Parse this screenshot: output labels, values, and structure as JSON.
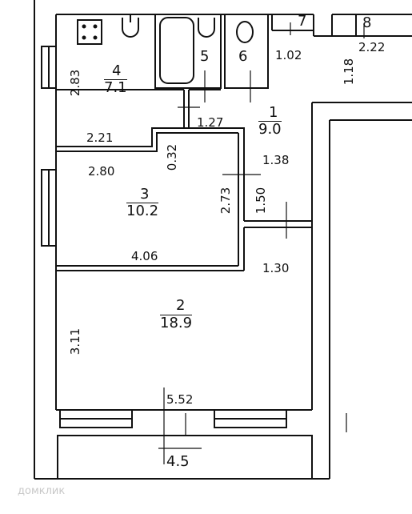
{
  "rooms": [
    {
      "id": "1",
      "number": "1",
      "area": "9.0"
    },
    {
      "id": "2",
      "number": "2",
      "area": "18.9"
    },
    {
      "id": "3",
      "number": "3",
      "area": "10.2"
    },
    {
      "id": "4",
      "number": "4",
      "area": "7.1"
    },
    {
      "id": "5",
      "number": "5"
    },
    {
      "id": "6",
      "number": "6"
    },
    {
      "id": "7",
      "number": "7"
    },
    {
      "id": "8",
      "number": "8"
    }
  ],
  "dimensions": {
    "d_2_83": "2.83",
    "d_1_27": "1.27",
    "d_1_02": "1.02",
    "d_1_18": "1.18",
    "d_2_22": "2.22",
    "d_2_21": "2.21",
    "d_0_32": "0.32",
    "d_1_38": "1.38",
    "d_2_80": "2.80",
    "d_2_73": "2.73",
    "d_1_50": "1.50",
    "d_4_06": "4.06",
    "d_1_30": "1.30",
    "d_3_11": "3.11",
    "d_5_52": "5.52",
    "d_4_5": "4.5"
  },
  "watermark": "домклик"
}
